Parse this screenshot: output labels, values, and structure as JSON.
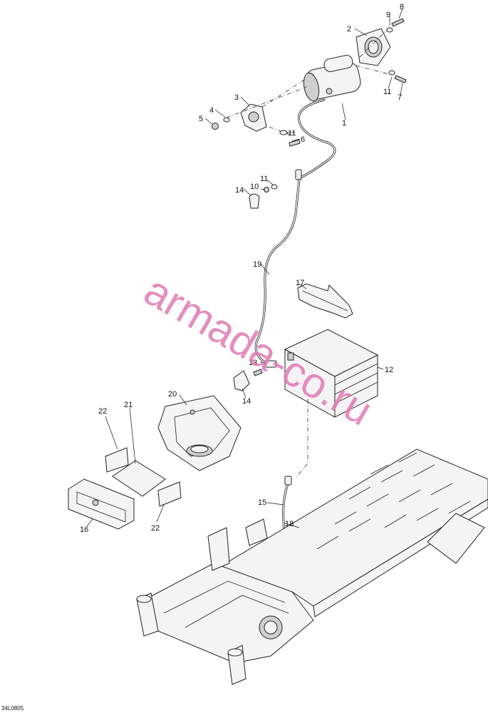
{
  "callouts": {
    "c1": "1",
    "c2": "2",
    "c3": "3",
    "c4": "4",
    "c5": "5",
    "c6": "6",
    "c7": "7",
    "c8": "8",
    "c9": "9",
    "c10": "10",
    "c11a": "11",
    "c11b": "11",
    "c11c": "11",
    "c12": "12",
    "c13": "13",
    "c14a": "14",
    "c14b": "14",
    "c15": "15",
    "c16": "16",
    "c17": "17",
    "c18": "18",
    "c19": "19",
    "c20": "20",
    "c21": "21",
    "c22a": "22",
    "c22b": "22"
  },
  "watermark": "armada-co.ru",
  "reference_code": "34L0805"
}
